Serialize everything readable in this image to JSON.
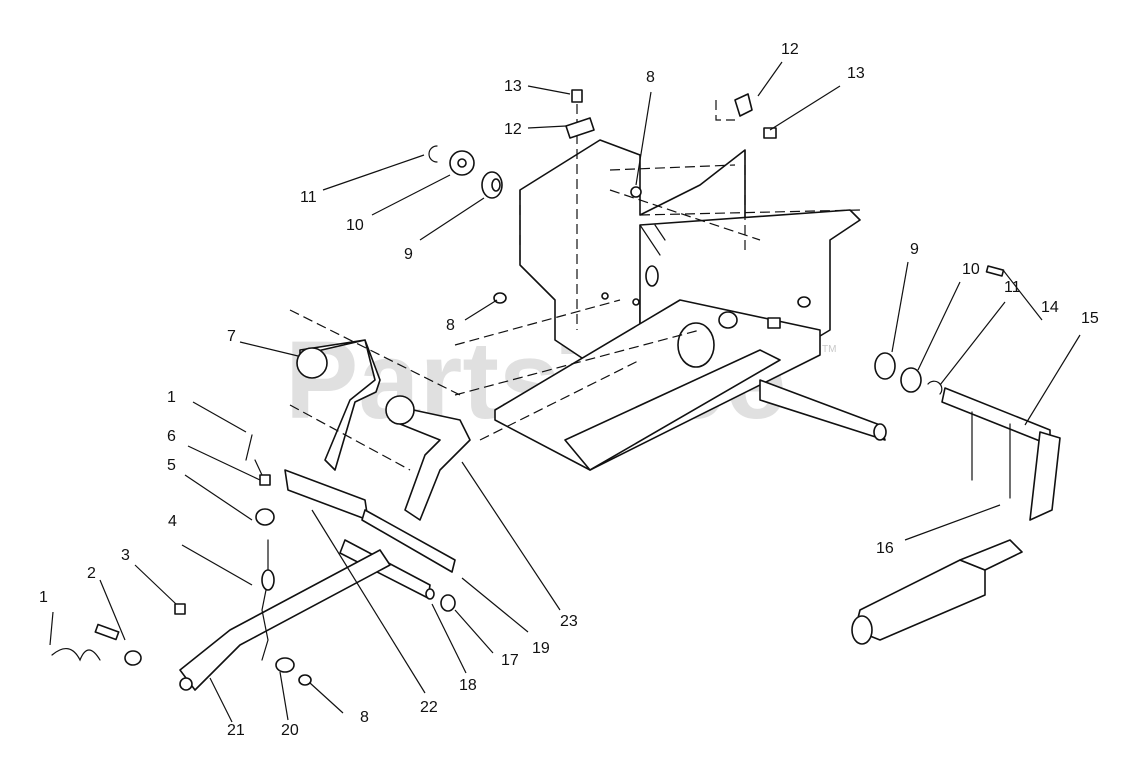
{
  "watermark": "PartsTree",
  "trademark": "TM",
  "callouts": [
    {
      "id": "c1a",
      "label": "1"
    },
    {
      "id": "c1b",
      "label": "1"
    },
    {
      "id": "c2",
      "label": "2"
    },
    {
      "id": "c3",
      "label": "3"
    },
    {
      "id": "c4",
      "label": "4"
    },
    {
      "id": "c5",
      "label": "5"
    },
    {
      "id": "c6",
      "label": "6"
    },
    {
      "id": "c7",
      "label": "7"
    },
    {
      "id": "c8a",
      "label": "8"
    },
    {
      "id": "c8b",
      "label": "8"
    },
    {
      "id": "c8c",
      "label": "8"
    },
    {
      "id": "c9a",
      "label": "9"
    },
    {
      "id": "c9b",
      "label": "9"
    },
    {
      "id": "c10a",
      "label": "10"
    },
    {
      "id": "c10b",
      "label": "10"
    },
    {
      "id": "c11a",
      "label": "11"
    },
    {
      "id": "c11b",
      "label": "11"
    },
    {
      "id": "c12a",
      "label": "12"
    },
    {
      "id": "c12b",
      "label": "12"
    },
    {
      "id": "c13a",
      "label": "13"
    },
    {
      "id": "c13b",
      "label": "13"
    },
    {
      "id": "c14",
      "label": "14"
    },
    {
      "id": "c15",
      "label": "15"
    },
    {
      "id": "c16",
      "label": "16"
    },
    {
      "id": "c17",
      "label": "17"
    },
    {
      "id": "c18",
      "label": "18"
    },
    {
      "id": "c19",
      "label": "19"
    },
    {
      "id": "c20",
      "label": "20"
    },
    {
      "id": "c21",
      "label": "21"
    },
    {
      "id": "c22",
      "label": "22"
    },
    {
      "id": "c23",
      "label": "23"
    }
  ]
}
